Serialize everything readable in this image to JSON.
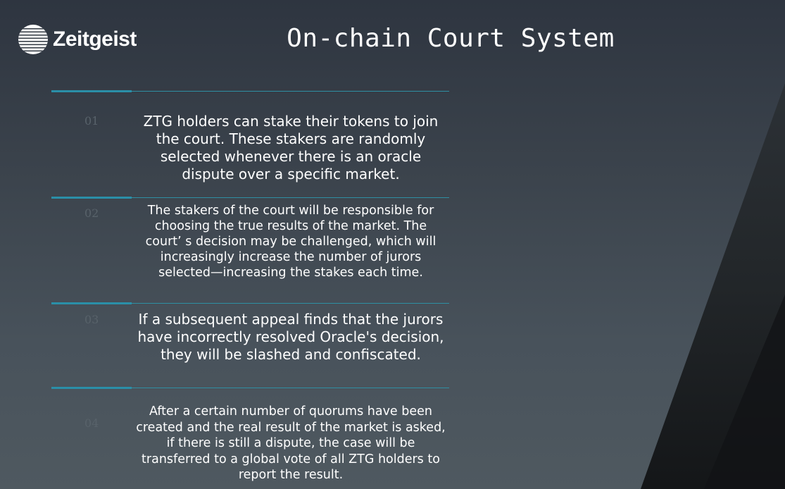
{
  "brand": {
    "name": "Zeitgeist",
    "logo_icon": "striped-globe-icon"
  },
  "slide": {
    "title": "On-chain Court System"
  },
  "items": [
    {
      "number": "01",
      "text": "ZTG holders can stake their tokens to join the court. These stakers are randomly selected whenever there is an oracle dispute over a specific market."
    },
    {
      "number": "02",
      "text": "The stakers of the court will be responsible for choosing the true results of the market. The court’  s decision may be challenged, which will increasingly increase the number of jurors selected—increasing the stakes each time."
    },
    {
      "number": "03",
      "text": "If a subsequent appeal finds that the jurors have incorrectly resolved Oracle's decision, they will be slashed and confiscated."
    },
    {
      "number": "04",
      "text": "After a certain number of quorums have been created and the real result of the market is asked, if there is still a dispute, the case will be transferred to a global vote of all ZTG holders to report the result."
    }
  ],
  "colors": {
    "accent": "#2a8fa8",
    "background_top": "#2e3540",
    "background_bottom": "#4f5960",
    "number_text": "#58626a",
    "corner_shape": "#1e2124"
  }
}
